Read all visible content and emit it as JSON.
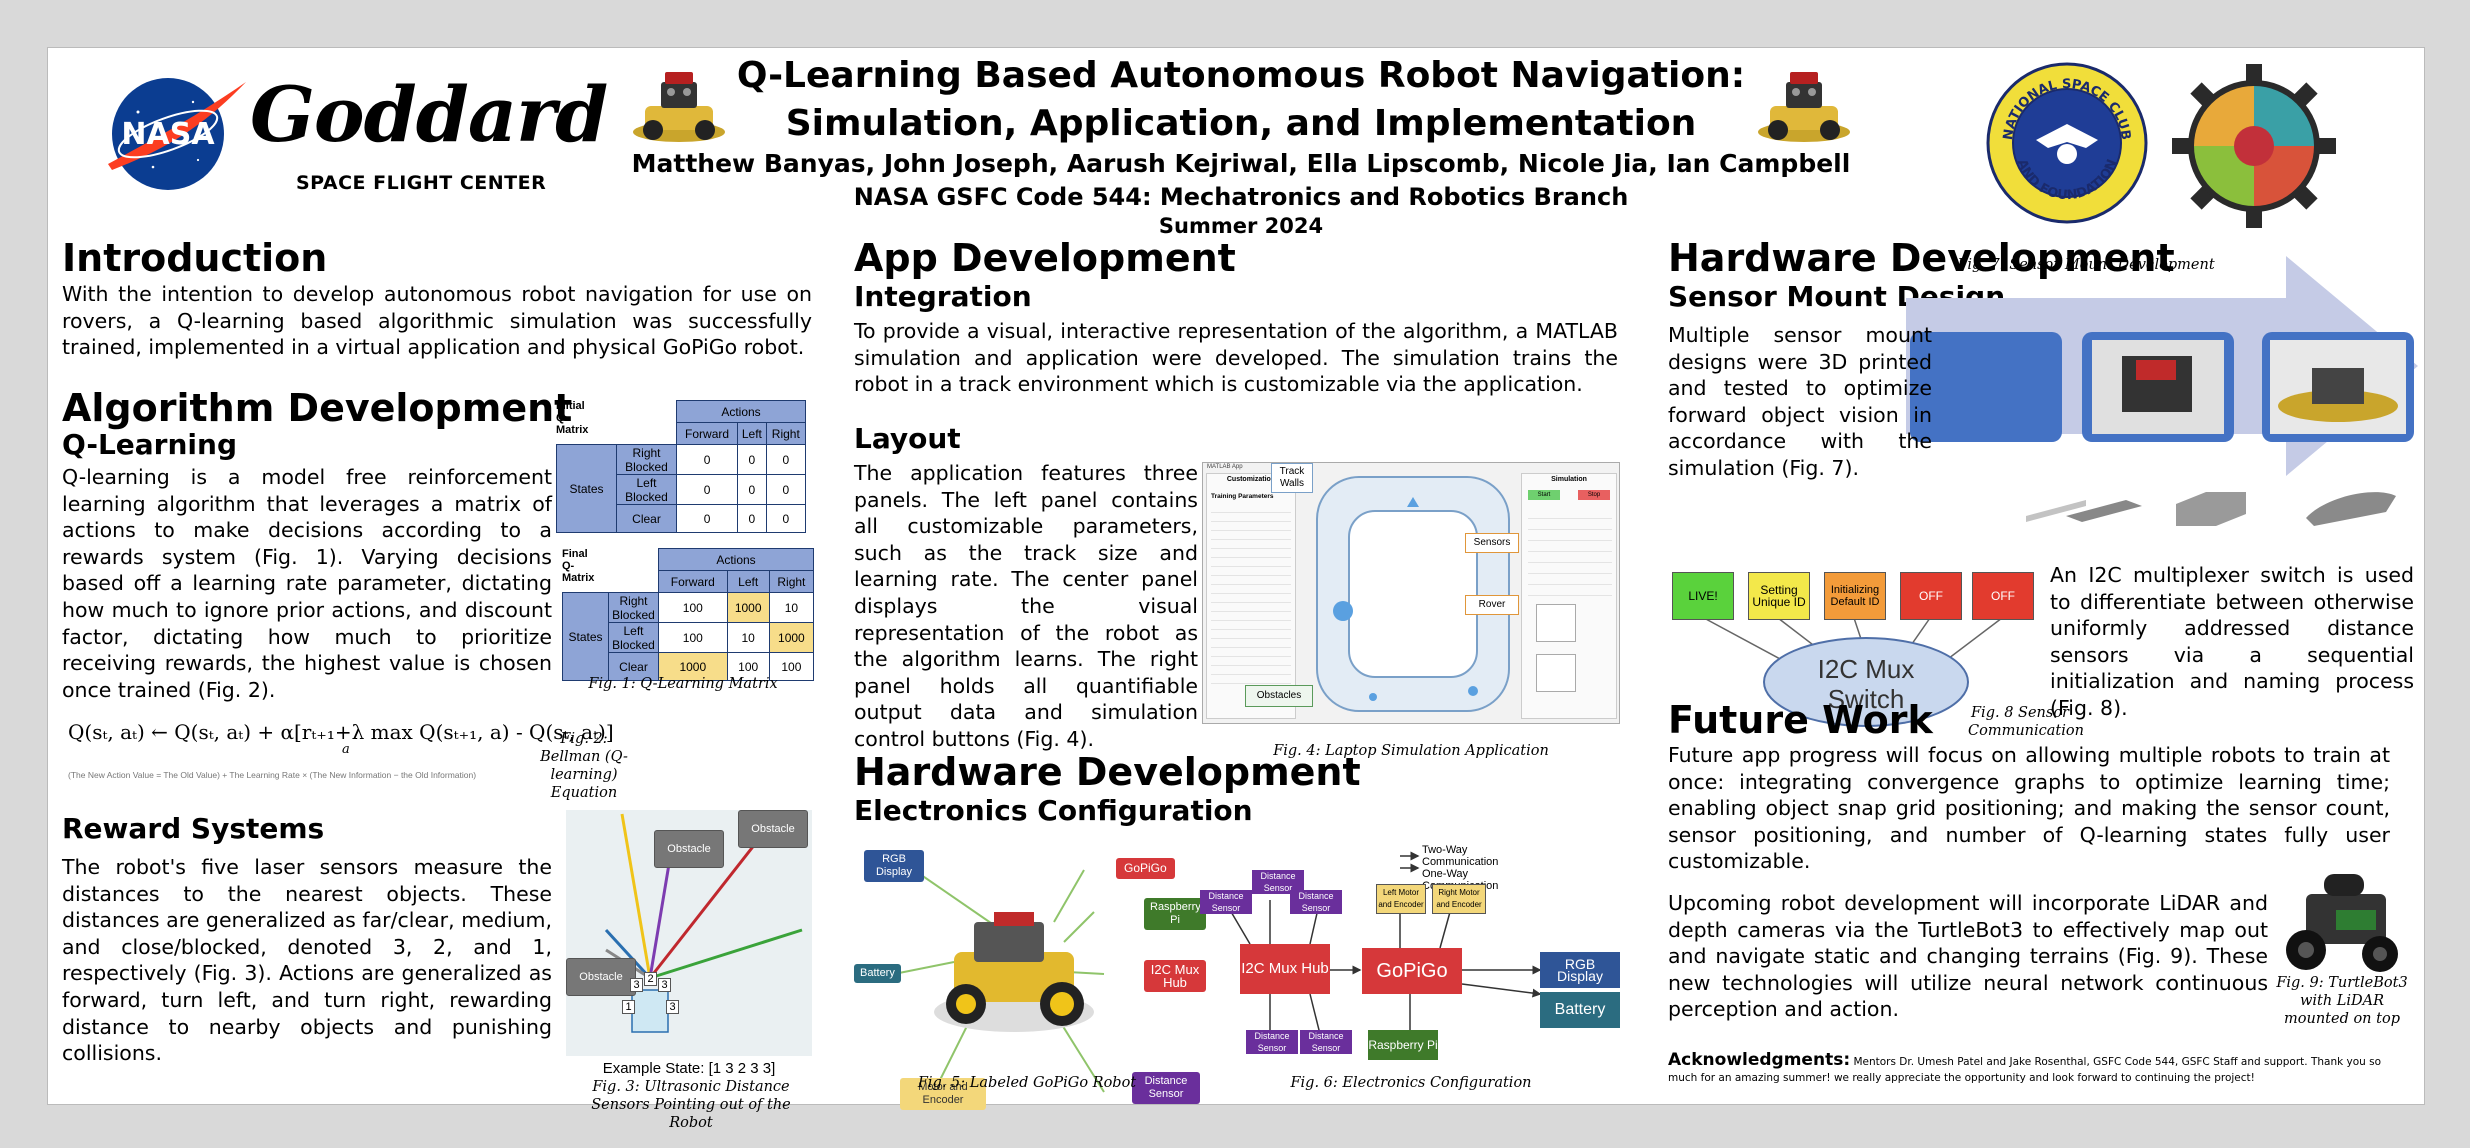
{
  "header": {
    "nasa_logo_text": "NASA",
    "goddard_text": "Goddard",
    "gsfc_text": "SPACE FLIGHT CENTER",
    "title_line1": "Q-Learning Based Autonomous Robot Navigation:",
    "title_line2": "Simulation, Application, and Implementation",
    "authors": "Matthew Banyas, John Joseph, Aarush Kejriwal, Ella Lipscomb, Nicole Jia, Ian Campbell",
    "branch": "NASA GSFC Code 544: Mechatronics and Robotics Branch",
    "term": "Summer 2024",
    "club_seal_text": "NATIONAL SPACE CLUB AND FOUNDATION"
  },
  "intro": {
    "heading": "Introduction",
    "text": "With the intention to develop autonomous robot navigation for use on rovers, a Q-learning based algorithmic simulation was successfully trained, implemented in a virtual application and  physical GoPiGo robot."
  },
  "algorithm": {
    "heading": "Algorithm Development",
    "subheading": "Q-Learning",
    "text": "Q-learning is a model free reinforcement learning algorithm that leverages a matrix of actions to make decisions according to a rewards system (Fig. 1). Varying decisions based off a learning rate parameter, dictating how much to ignore prior actions, and discount factor, dictating how much to prioritize receiving rewards, the highest value is chosen once trained (Fig. 2).",
    "initial_title": "Initial Q-Matrix",
    "final_title": "Final Q-Matrix",
    "actions_label": "Actions",
    "states_label": "States",
    "columns": [
      "Forward",
      "Left",
      "Right"
    ],
    "rows": [
      "Right Blocked",
      "Left Blocked",
      "Clear"
    ],
    "initial_values": [
      [
        "0",
        "0",
        "0"
      ],
      [
        "0",
        "0",
        "0"
      ],
      [
        "0",
        "0",
        "0"
      ]
    ],
    "final_values": [
      [
        "100",
        "1000",
        "10"
      ],
      [
        "100",
        "10",
        "1000"
      ],
      [
        "1000",
        "100",
        "100"
      ]
    ],
    "fig1_caption": "Fig. 1: Q-Learning Matrix",
    "equation": "Q(sₜ, aₜ) ← Q(sₜ, aₜ) + α[rₜ₊₁+λ max Q(sₜ₊₁, a) - Q(sₜ, aₜ)]",
    "equation_sub_a": "a",
    "eq_legend": "(The New Action Value = The Old Value) + The Learning Rate × (The New Information − the Old Information)",
    "fig2_caption": "Fig. 2: Bellman (Q-learning) Equation"
  },
  "reward": {
    "heading": "Reward Systems",
    "text": "The robot's five laser sensors measure the distances to the nearest objects. These distances are generalized as far/clear, medium, and close/blocked, denoted 3, 2, and 1, respectively (Fig. 3). Actions are generalized as forward, turn left, and turn right, rewarding distance to nearby objects and punishing collisions.",
    "obstacle": "Obstacle",
    "sensor_values": [
      "1",
      "3",
      "2",
      "3",
      "3"
    ],
    "example_state": "Example State: [1 3 2 3 3]",
    "fig3_caption": "Fig. 3: Ultrasonic Distance Sensors Pointing out of the Robot"
  },
  "app": {
    "heading": "App Development",
    "integration_heading": "Integration",
    "integration_text": "To provide a visual, interactive representation of the algorithm, a MATLAB simulation and application were developed. The simulation trains the robot in a track environment which is customizable via the application.",
    "layout_heading": "Layout",
    "layout_text": "The application features three panels. The left panel contains all customizable parameters, such as the track size and learning rate. The center panel displays the visual representation of the robot as the algorithm learns. The right panel holds all quantifiable output data and simulation control buttons (Fig. 4).",
    "track_walls": "Track Walls",
    "sensors": "Sensors",
    "rover": "Rover",
    "obstacles": "Obstacles",
    "window_title": "MATLAB App",
    "left_panel_title": "Customization",
    "left_tab": "Training Parameters",
    "right_panel_title": "Simulation",
    "start": "Start",
    "stop": "Stop",
    "fig4_caption": "Fig. 4: Laptop Simulation Application"
  },
  "hw_mid": {
    "heading": "Hardware Development",
    "subheading": "Electronics Configuration",
    "robot_labels": {
      "rgb": "RGB Display",
      "gopigo": "GoPiGo",
      "rpi": "Raspberry Pi",
      "battery": "Battery",
      "mux": "I2C Mux Hub",
      "motor": "Motor and Encoder",
      "dist": "Distance Sensor"
    },
    "fig5_caption": "Fig. 5: Labeled GoPiGo Robot",
    "diagram": {
      "two_way": "Two-Way Communication",
      "one_way": "One-Way Communication",
      "distance_sensor": "Distance Sensor",
      "mux": "I2C Mux Hub",
      "gopigo": "GoPiGo",
      "rgb": "RGB Display",
      "battery": "Battery",
      "rpi": "Raspberry Pi",
      "left_motor": "Left Motor and Encoder",
      "right_motor": "Right Motor and Encoder"
    },
    "fig6_caption": "Fig. 6: Electronics Configuration"
  },
  "hw_right": {
    "heading": "Hardware Development",
    "subheading": "Sensor Mount Design",
    "fig7_caption": "Fig. 7: Sensor Mount Development",
    "mount_text": "Multiple sensor mount designs were 3D printed and tested to optimize forward object vision in accordance with the simulation (Fig. 7).",
    "leds": [
      "LIVE!",
      "Setting Unique ID",
      "Initializing Default ID",
      "OFF",
      "OFF"
    ],
    "led_colors": [
      "#5ad23c",
      "#f3e84a",
      "#f39b3a",
      "#e23b2e",
      "#e23b2e"
    ],
    "mux_switch": "I2C Mux Switch",
    "fig8_caption": "Fig. 8 Sensor Communication",
    "mux_text": "An I2C multiplexer switch is used to differentiate between otherwise uniformly addressed distance sensors via a sequential initialization and naming process (Fig. 8)."
  },
  "future": {
    "heading": "Future Work",
    "text1": "Future app progress will focus on allowing multiple robots to train at once: integrating convergence graphs to optimize learning time; enabling object snap grid positioning; and making the sensor count, sensor positioning, and number of Q-learning states fully user customizable.",
    "text2": "Upcoming robot development will incorporate LiDAR and depth cameras via the TurtleBot3 to effectively map out and navigate static and changing terrains (Fig. 9). These new technologies will utilize neural network continuous perception and action.",
    "fig9_caption": "Fig. 9: TurtleBot3 with LiDAR mounted on top",
    "ack_heading": "Acknowledgments:",
    "ack_text": "Mentors Dr. Umesh Patel and Jake Rosenthal, GSFC Code 544, GSFC Staff and support. Thank you so much for an amazing summer! we really appreciate the opportunity and look forward to continuing the project!"
  }
}
